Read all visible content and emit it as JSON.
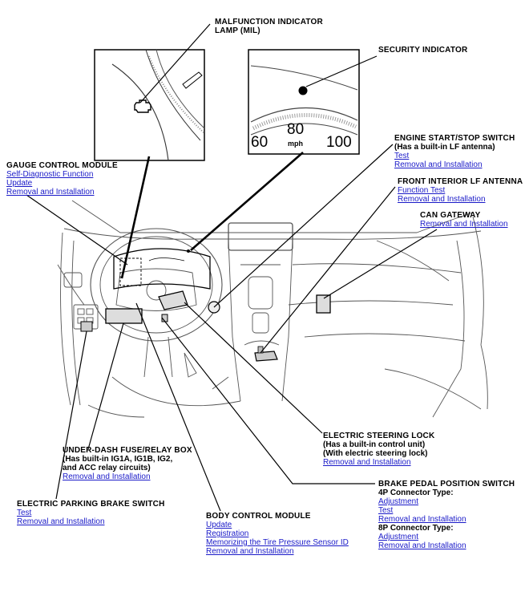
{
  "labels": {
    "mil": {
      "title_line1": "MALFUNCTION INDICATOR",
      "title_line2": "LAMP (MIL)"
    },
    "security": {
      "title": "SECURITY INDICATOR"
    },
    "gauge_control_module": {
      "title": "GAUGE CONTROL MODULE",
      "links": [
        "Self-Diagnostic Function",
        "Update",
        "Removal and Installation"
      ]
    },
    "engine_start_stop": {
      "title": "ENGINE START/STOP SWITCH",
      "subtitle": "(Has a built-in LF antenna)",
      "links": [
        "Test",
        "Removal and Installation"
      ]
    },
    "front_interior_lf_antenna": {
      "title": "FRONT INTERIOR LF ANTENNA",
      "links": [
        "Function Test",
        "Removal and Installation"
      ]
    },
    "can_gateway": {
      "title": "CAN GATEWAY",
      "links": [
        "Removal and Installation"
      ]
    },
    "electric_steering_lock": {
      "title": "ELECTRIC STEERING LOCK",
      "subtitle1": "(Has a built-in control unit)",
      "subtitle2": "(With electric steering lock)",
      "links": [
        "Removal and Installation"
      ]
    },
    "under_dash_fuse": {
      "title": "UNDER-DASH FUSE/RELAY BOX",
      "subtitle1": "(Has built-in IG1A, IG1B, IG2,",
      "subtitle2": "and ACC relay circuits)",
      "links": [
        "Removal and Installation"
      ]
    },
    "brake_pedal_switch": {
      "title": "BRAKE PEDAL POSITION SWITCH",
      "sub4p": "4P Connector Type:",
      "links4p": [
        "Adjustment",
        "Test",
        "Removal and Installation"
      ],
      "sub8p": "8P Connector Type:",
      "links8p": [
        "Adjustment",
        "Removal and Installation"
      ]
    },
    "electric_parking_brake": {
      "title": "ELECTRIC PARKING BRAKE SWITCH",
      "links": [
        "Test",
        "Removal and Installation"
      ]
    },
    "body_control_module": {
      "title": "BODY CONTROL MODULE",
      "links": [
        "Update",
        "Registration",
        "Memorizing the Tire Pressure Sensor ID",
        "Removal and Installation"
      ]
    }
  },
  "speedometer": {
    "left": "60",
    "center": "80",
    "right": "100",
    "unit": "mph"
  },
  "colors": {
    "link": "#1a1ac8",
    "line": "#000000",
    "sketch": "#555555"
  }
}
